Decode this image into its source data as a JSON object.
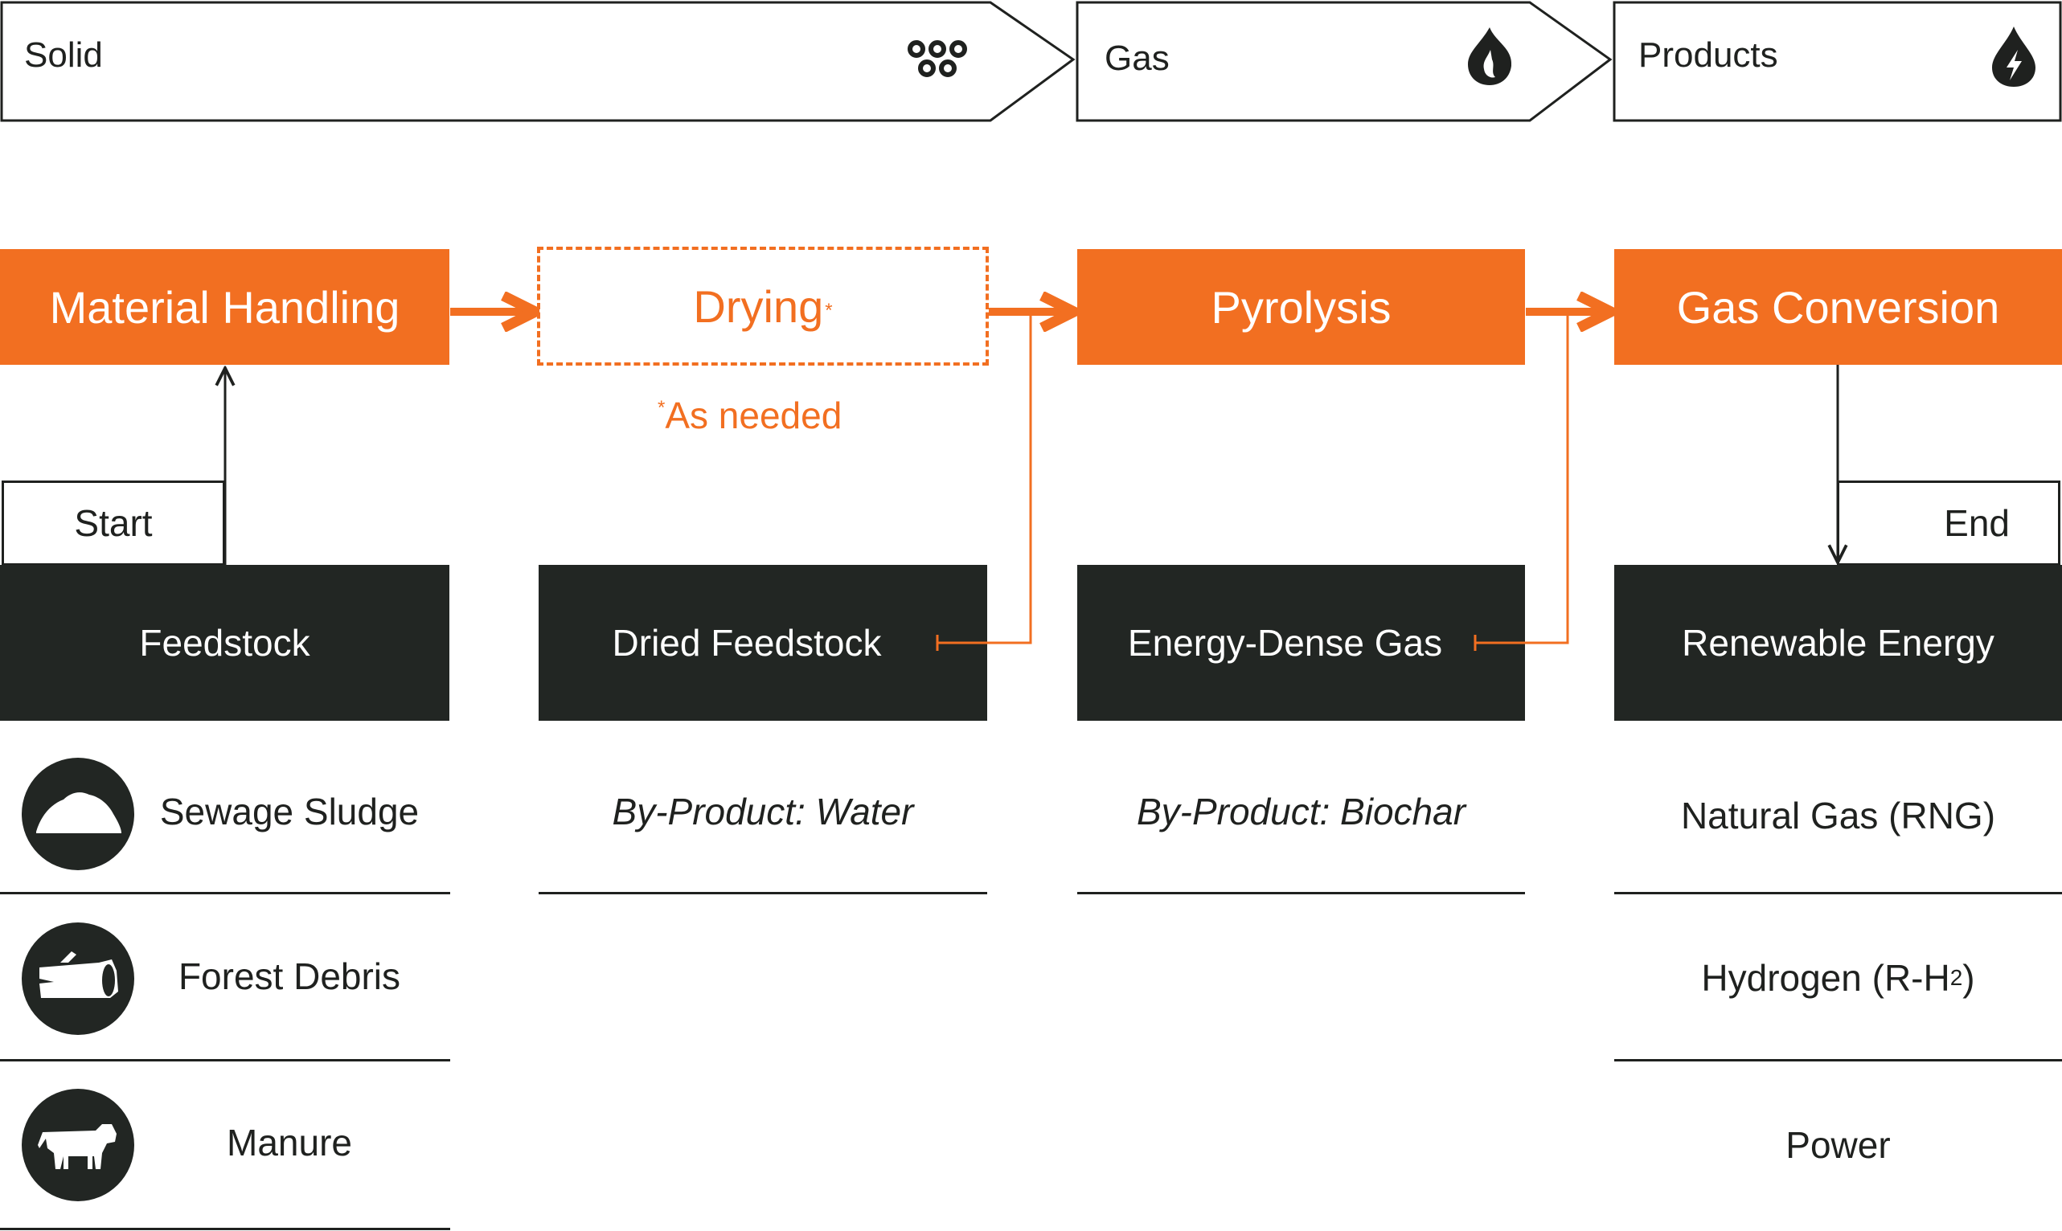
{
  "stages": [
    {
      "label": "Solid",
      "icon": "pellets-icon"
    },
    {
      "label": "Gas",
      "icon": "flame-icon"
    },
    {
      "label": "Products",
      "icon": "energy-drop-icon"
    }
  ],
  "processes": {
    "material_handling": "Material Handling",
    "drying": "Drying",
    "drying_mark": "*",
    "pyrolysis": "Pyrolysis",
    "gas_conversion": "Gas Conversion"
  },
  "note": {
    "mark": "*",
    "text": "As needed"
  },
  "tags": {
    "start": "Start",
    "end": "End"
  },
  "states": {
    "feedstock": "Feedstock",
    "dried_feedstock": "Dried Feedstock",
    "energy_dense_gas": "Energy-Dense Gas",
    "renewable_energy": "Renewable Energy"
  },
  "byproducts": {
    "drying": "By-Product: Water",
    "pyrolysis": "By-Product: Biochar"
  },
  "feedstock_items": [
    {
      "label": "Sewage Sludge",
      "icon": "sludge-pile-icon"
    },
    {
      "label": "Forest Debris",
      "icon": "log-icon"
    },
    {
      "label": "Manure",
      "icon": "cow-icon"
    }
  ],
  "product_items": [
    {
      "label": "Natural Gas (RNG)"
    },
    {
      "label": "Hydrogen (R-H",
      "sub": "2",
      "suffix": ")"
    },
    {
      "label": "Power"
    }
  ],
  "colors": {
    "accent": "#f26f21",
    "dark": "#222623",
    "ink": "#1f211f"
  }
}
